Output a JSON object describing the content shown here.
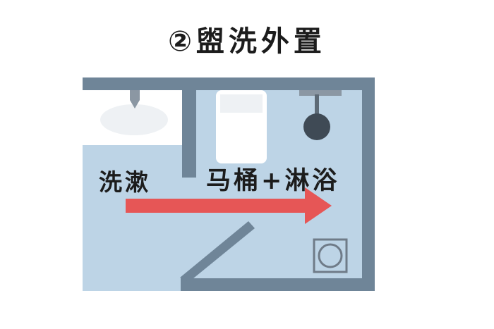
{
  "title": "②盥洗外置",
  "zones": {
    "wash_label": "洗漱",
    "toilet_shower_label": "马桶+淋浴"
  },
  "colors": {
    "floor": "#bdd4e6",
    "wall": "#6f8598",
    "arrow": "#e65656",
    "fixture_white": "#ffffff",
    "shower_head": "#3f4a55",
    "drain": "#6f7b88"
  },
  "icons": [
    "sink-icon",
    "toilet-icon",
    "shower-head-icon",
    "floor-drain-icon",
    "flow-arrow-icon"
  ]
}
